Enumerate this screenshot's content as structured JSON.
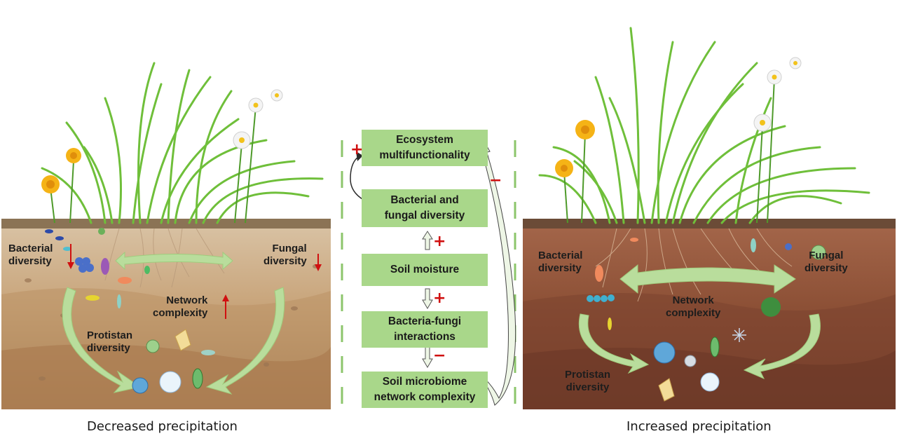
{
  "left_panel": {
    "labels": {
      "bacterial": "Bacterial\ndiversity",
      "fungal": "Fungal\ndiversity",
      "network": "Network\ncomplexity",
      "protistan": "Protistan\ndiversity"
    },
    "caption": "Decreased precipitation"
  },
  "right_panel": {
    "labels": {
      "bacterial": "Bacterial\ndiversity",
      "fungal": "Fungal\ndiversity",
      "network": "Network\ncomplexity",
      "protistan": "Protistan\ndiversity"
    },
    "caption": "Increased precipitation"
  },
  "center": {
    "boxes": [
      "Ecosystem\nmultifunctionality",
      "Bacterial and\nfungal diversity",
      "Soil moisture",
      "Bacteria-fungi\ninteractions",
      "Soil microbiome\nnetwork complexity"
    ],
    "signs": {
      "top_loop": "+",
      "diversity_to_moisture": "+",
      "moisture_to_interactions": "+",
      "interactions_to_network": "−",
      "network_to_ecosystem": "−"
    }
  },
  "colors": {
    "box_fill": "#a9d78a",
    "arrow_green": "#b9dd9c",
    "arrow_red": "#d01010",
    "soil_left": "#c8a47a",
    "soil_right": "#8a4e34"
  }
}
